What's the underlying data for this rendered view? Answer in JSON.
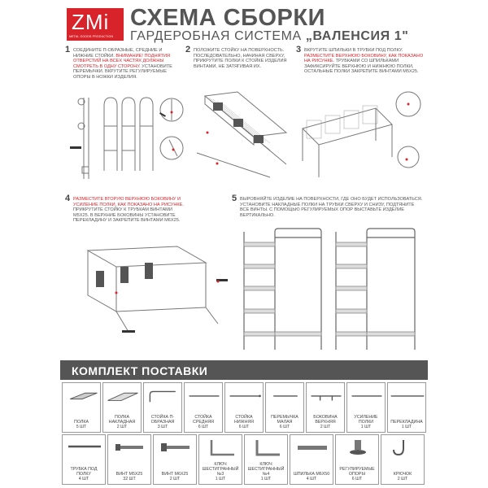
{
  "logo": {
    "text": "ZMi",
    "tagline": "METAL GOODS PRODUCTION"
  },
  "header": {
    "title": "СХЕМА СБОРКИ",
    "subtitle_prefix": "ГАРДЕРОБНАЯ СИСТЕМА",
    "subtitle_name": "„ВАЛЕНСИЯ 1\""
  },
  "steps": [
    {
      "num": "1",
      "parts": [
        {
          "t": "СОЕДИНИТЕ П-ОБРАЗНЫЕ, СРЕДНИЕ И НИЖНИЕ СТОЙКИ. ",
          "red": false
        },
        {
          "t": "ВНИМАНИЕ! ПОДНЯТИЯ ОТВЕРСТИЙ НА ВСЕХ ЧАСТЯХ ДОЛЖНЫ СМОТРЕТЬ В ОДНУ СТОРОНУ.",
          "red": true
        },
        {
          "t": " УСТАНОВИТЕ ПЕРЕМЫЧКИ. ВКРУТИТЕ РЕГУЛИРУЕМЫЕ ОПОРЫ В НОЖКИ ИЗДЕЛИЯ.",
          "red": false
        }
      ]
    },
    {
      "num": "2",
      "parts": [
        {
          "t": "ПОЛОЖИТЕ СТОЙКУ НА ПОВЕРХНОСТЬ. ПОСЛЕДОВАТЕЛЬНО, НАЧИНАЯ СВЕРХУ, ПРИКРУТИТЕ ПОЛКИ К СТОЙКЕ ИЗДЕЛИЯ ВИНТАМИ, НЕ ЗАТЯГИВАЯ ИХ.",
          "red": false
        }
      ]
    },
    {
      "num": "3",
      "parts": [
        {
          "t": "ВКРУТИТЕ ШПИЛЬКИ В ТРУБКИ ПОД ПОЛКУ. ",
          "red": false
        },
        {
          "t": "РАЗМЕСТИТЕ ВЕРХНЮЮ БОКОВИНУ, КАК ПОКАЗАНО НА РИСУНКЕ.",
          "red": true
        },
        {
          "t": " ТРУБКАМИ СО ШПИЛЬКАМИ ЗАФИКСИРУЙТЕ ВЕРХНЮЮ И НИЖНЮЮ ПОЛКИ, ОСТАЛЬНЫЕ ПОЛКИ ЗАКРЕПИТЕ ВИНТАМИ М5Х25.",
          "red": false
        }
      ]
    },
    {
      "num": "4",
      "parts": [
        {
          "t": "РАЗМЕСТИТЕ ВТОРУЮ ВЕРХНЮЮ БОКОВИНУ И УСИЛЕНИЕ ПОЛКИ, КАК ПОКАЗАНО НА РИСУНКЕ.",
          "red": true
        },
        {
          "t": " ПРИКРУТИТЕ СТОЙКУ К ТРУБКАМ ВИНТАМИ М5Х25. В ВЕРХНИЕ БОКОВИНЫ УСТАНОВИТЕ ПЕРЕКЛАДИНУ И ЗАКРЕПИТЕ ВИНТАМИ М6Х25.",
          "red": false
        }
      ]
    },
    {
      "num": "5",
      "parts": [
        {
          "t": "ВЫРОВНЯЙТЕ ИЗДЕЛИЕ НА ПОВЕРХНОСТИ, ГДЕ ОНО БУДЕТ ИСПОЛЬЗОВАТЬСЯ. УСТАНОВИТЕ НАКЛАДНЫЕ ПОЛКИ НА ТРУБКИ СВЕРХУ И СНИЗУ, ПОДТЯНИТЕ ВСЕ ВИНТЫ. С ПОМОЩЬЮ РЕГУЛИРУЕМЫХ ОПОР ВЫСТАВЬТЕ ИЗДЕЛИЕ ВЕРТИКАЛЬНО.",
          "red": false
        }
      ]
    }
  ],
  "kit": {
    "title": "КОМПЛЕКТ ПОСТАВКИ",
    "row1": [
      {
        "name": "ПОЛКА",
        "qty": "5 шт",
        "icon": "shelf-icon"
      },
      {
        "name": "ПОЛКА НАКЛАДНАЯ",
        "qty": "2 шт",
        "icon": "overlay-shelf-icon"
      },
      {
        "name": "СТОЙКА П-ОБРАЗНАЯ",
        "qty": "3 шт",
        "icon": "u-post-icon"
      },
      {
        "name": "СТОЙКА СРЕДНЯЯ",
        "qty": "6 шт",
        "icon": "middle-post-icon"
      },
      {
        "name": "СТОЙКА НИЖНЯЯ",
        "qty": "6 шт",
        "icon": "lower-post-icon"
      },
      {
        "name": "ПЕРЕМЫЧКА МАЛАЯ",
        "qty": "6 шт",
        "icon": "small-crossbar-icon"
      },
      {
        "name": "БОКОВИНА ВЕРХНЯЯ",
        "qty": "2 шт",
        "icon": "top-side-icon"
      },
      {
        "name": "УСИЛЕНИЕ ПОЛКИ",
        "qty": "1 шт",
        "icon": "shelf-reinforcement-icon"
      },
      {
        "name": "ПЕРЕКЛАДИНА",
        "qty": "1 шт",
        "icon": "rail-icon"
      }
    ],
    "row2": [
      {
        "name": "ТРУБКА ПОД ПОЛКУ",
        "qty": "4 шт",
        "icon": "tube-icon"
      },
      {
        "name": "ВИНТ М5х25",
        "qty": "32 шт",
        "icon": "screw-m5-icon"
      },
      {
        "name": "ВИНТ М6х25",
        "qty": "2 шт",
        "icon": "screw-m6-icon"
      },
      {
        "name": "КЛЮЧ ШЕСТИГРАННЫЙ №3",
        "qty": "1 шт",
        "icon": "hex-key-3-icon"
      },
      {
        "name": "КЛЮЧ ШЕСТИГРАННЫЙ №4",
        "qty": "1 шт",
        "icon": "hex-key-4-icon"
      },
      {
        "name": "ШПИЛЬКА М6х50",
        "qty": "4 шт",
        "icon": "stud-icon"
      },
      {
        "name": "РЕГУЛИРУЕМЫЕ ОПОРЫ",
        "qty": "6 шт",
        "icon": "adjustable-foot-icon"
      },
      {
        "name": "КРЮЧОК",
        "qty": "2 шт",
        "icon": "hook-icon"
      }
    ]
  },
  "colors": {
    "accent": "#d8232a",
    "text": "#555555",
    "header_bar": "#555555"
  }
}
